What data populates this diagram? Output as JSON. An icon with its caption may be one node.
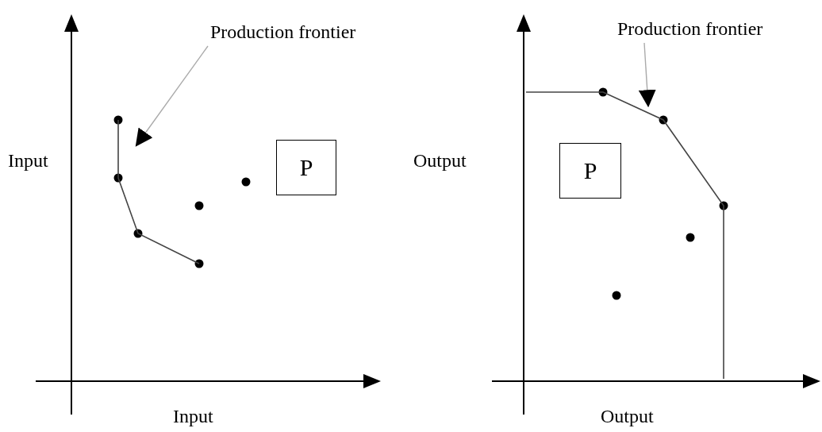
{
  "diagram": {
    "nodes": [
      {
        "text": [
          "Production frontier"
        ]
      },
      {
        "text": [
          "P"
        ]
      },
      {
        "text": [
          "Production frontier"
        ]
      },
      {
        "text": [
          "P"
        ]
      }
    ],
    "edges": [
      {
        "from": 0,
        "to": null,
        "arrow": "to"
      },
      {
        "from": 2,
        "to": null,
        "arrow": "to"
      }
    ],
    "labels": [
      "Input",
      "Input",
      "Output",
      "Output"
    ]
  }
}
